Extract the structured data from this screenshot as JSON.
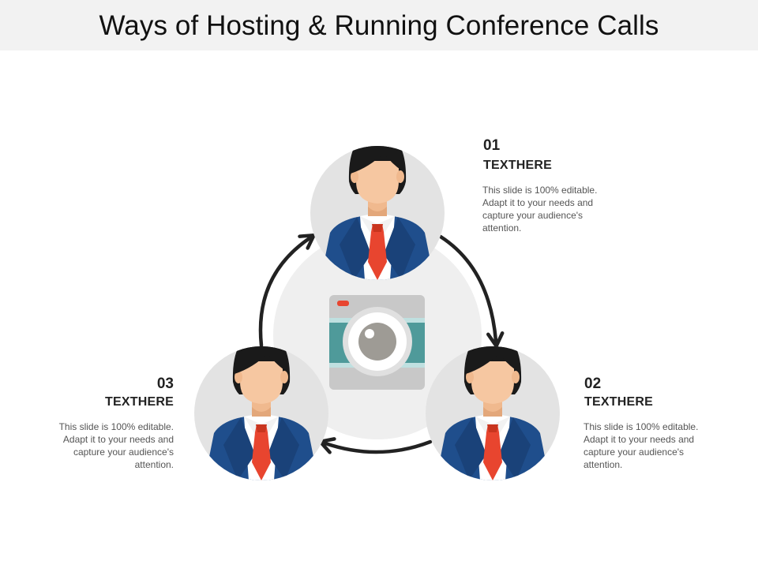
{
  "title": "Ways of Hosting & Running Conference Calls",
  "colors": {
    "suit": "#1f4e8c",
    "tie": "#e8452f",
    "circle_bg": "#e3e3e3",
    "center_bg": "#efefef",
    "camera_teal": "#4f9a9a",
    "arrow": "#222222"
  },
  "items": [
    {
      "number": "01",
      "heading": "TEXTHERE",
      "description": "This slide is 100% editable. Adapt it to your needs and capture your audience's attention."
    },
    {
      "number": "02",
      "heading": "TEXTHERE",
      "description": "This slide is 100% editable. Adapt it to your needs and capture your audience's attention."
    },
    {
      "number": "03",
      "heading": "TEXTHERE",
      "description": "This slide is 100% editable. Adapt it to your needs and capture your audience's attention."
    }
  ],
  "icons": {
    "center": "camera-icon",
    "people": "businessman-icon",
    "flow": "cycle-arrow-icon"
  }
}
